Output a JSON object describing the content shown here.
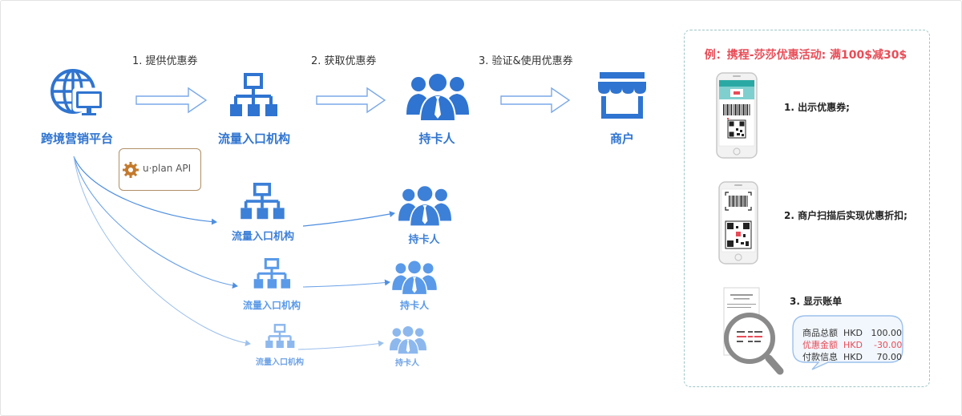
{
  "platform": {
    "label": "跨境营销平台"
  },
  "steps": [
    {
      "label": "1. 提供优惠券"
    },
    {
      "label": "2. 获取优惠券"
    },
    {
      "label": "3. 验证&使用优惠券"
    }
  ],
  "main_flow": {
    "institution": "流量入口机构",
    "cardholder": "持卡人",
    "merchant": "商户"
  },
  "api_badge": {
    "label": "u·plan API"
  },
  "branches": [
    {
      "institution": "流量入口机构",
      "cardholder": "持卡人"
    },
    {
      "institution": "流量入口机构",
      "cardholder": "持卡人"
    },
    {
      "institution": "流量入口机构",
      "cardholder": "持卡人"
    }
  ],
  "example_panel": {
    "title": "例：携程-莎莎优惠活动: 满100$减30$",
    "steps": [
      {
        "label": "1. 出示优惠券;"
      },
      {
        "label": "2. 商户扫描后实现优惠折扣;"
      },
      {
        "label": "3. 显示账单"
      }
    ],
    "bill": {
      "rows": [
        {
          "name": "商品总额",
          "currency": "HKD",
          "amount": "100.00"
        },
        {
          "name": "优惠金额",
          "currency": "HKD",
          "amount": "-30.00"
        },
        {
          "name": "付款信息",
          "currency": "HKD",
          "amount": "70.00"
        }
      ]
    }
  },
  "colors": {
    "primary_blue": "#2f74d0",
    "light_blue": "#5a9ae8",
    "highlight_red": "#e84c57",
    "gear": "#c47a2c"
  }
}
